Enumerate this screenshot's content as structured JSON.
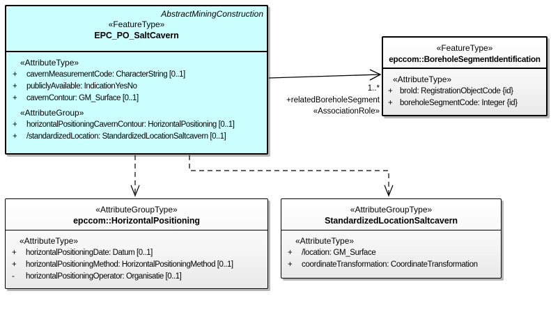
{
  "diagram_type": "uml-class-diagram",
  "colors": {
    "feature_class_fill": "#ccffff",
    "group_class_fill_top": "#ffffff",
    "group_class_fill_bottom": "#e9e9e9",
    "border": "#000000",
    "shadow": "#b7b7b7",
    "background": "#ffffff"
  },
  "salt_cavern": {
    "parent_label": "AbstractMiningConstruction",
    "stereotype": "«FeatureType»",
    "name": "EPC_PO_SaltCavern",
    "attr_heading": "«AttributeType»",
    "attrs": [
      {
        "vis": "+",
        "text": "cavernMeasurementCode: CharacterString [0..1]"
      },
      {
        "vis": "+",
        "text": "publiclyAvailable: IndicationYesNo"
      },
      {
        "vis": "+",
        "text": "cavernContour: GM_Surface [0..1]"
      }
    ],
    "group_heading": "«AttributeGroup»",
    "groups": [
      {
        "vis": "+",
        "text": "horizontalPositioningCavernContour: HorizontalPositioning [0..1]"
      },
      {
        "vis": "+",
        "text": "/standardizedLocation: StandardizedLocationSaltcavern [0..1]"
      }
    ]
  },
  "borehole_segment": {
    "stereotype": "«FeatureType»",
    "name": "epccom::BoreholeSegmentIdentification",
    "attr_heading": "«AttributeType»",
    "attrs": [
      {
        "vis": "+",
        "text": "broId: RegistrationObjectCode {id}"
      },
      {
        "vis": "+",
        "text": "boreholeSegmentCode: Integer {id}"
      }
    ]
  },
  "horizontal_positioning": {
    "stereotype": "«AttributeGroupType»",
    "name": "epccom::HorizontalPositioning",
    "attr_heading": "«AttributeType»",
    "attrs": [
      {
        "vis": "+",
        "text": "horizontalPositioningDate: Datum [0..1]"
      },
      {
        "vis": "+",
        "text": "horizontalPositioningMethod: HorizontalPositioningMethod [0..1]"
      },
      {
        "vis": "-",
        "text": "horizontalPositioningOperator: Organisatie [0..1]"
      }
    ]
  },
  "standardized_location": {
    "stereotype": "«AttributeGroupType»",
    "name": "StandardizedLocationSaltcavern",
    "attr_heading": "«AttributeType»",
    "attrs": [
      {
        "vis": "+",
        "text": "/location: GM_Surface"
      },
      {
        "vis": "+",
        "text": "coordinateTransformation: CoordinateTransformation"
      }
    ]
  },
  "association": {
    "multiplicity": "1..*",
    "role": "+relatedBoreholeSegment",
    "stereotype": "«AssociationRole»"
  }
}
